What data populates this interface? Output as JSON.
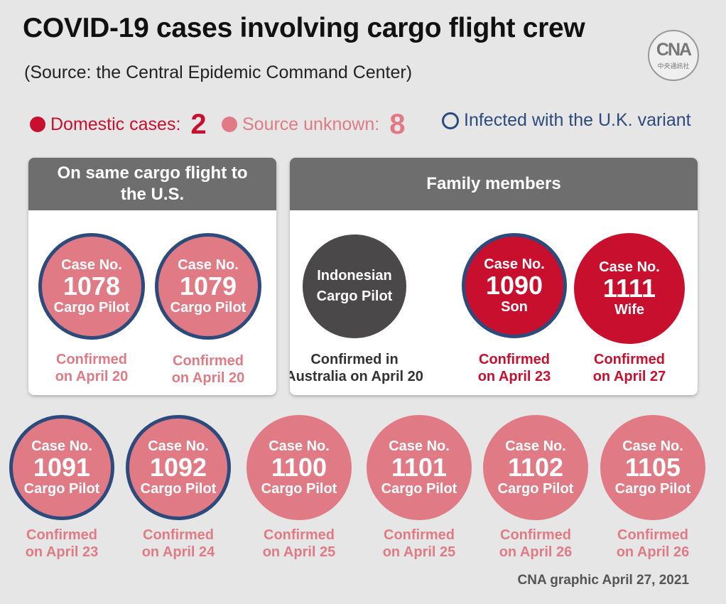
{
  "header": {
    "title": "COVID-19 cases involving cargo flight crew",
    "subtitle": "(Source: the Central Epidemic Command Center)"
  },
  "logo": {
    "main": "CNA",
    "sub": "中央通訊社"
  },
  "legend": {
    "domestic": {
      "label": "Domestic cases:",
      "count": "2",
      "color": "#c8102e"
    },
    "unknown": {
      "label": "Source unknown:",
      "count": "8",
      "color": "#e07b85"
    },
    "variant": {
      "label": "Infected with the U.K. variant",
      "color": "#2c4a7c"
    }
  },
  "panels": {
    "flight": {
      "title": "On same cargo flight to the U.S.",
      "cases": [
        {
          "case_label": "Case No.",
          "number": "1078",
          "role": "Cargo Pilot",
          "confirmed_line1": "Confirmed",
          "confirmed_line2": "on April 20",
          "type": "unknown",
          "uk_variant": true
        },
        {
          "case_label": "Case No.",
          "number": "1079",
          "role": "Cargo Pilot",
          "confirmed_line1": "Confirmed",
          "confirmed_line2": "on April 20",
          "type": "unknown",
          "uk_variant": true
        }
      ]
    },
    "family": {
      "title": "Family members",
      "source": {
        "line1": "Indonesian",
        "line2": "Cargo Pilot",
        "confirmed_line1": "Confirmed in",
        "confirmed_line2": "Australia on April 20"
      },
      "cases": [
        {
          "case_label": "Case No.",
          "number": "1090",
          "role": "Son",
          "confirmed_line1": "Confirmed",
          "confirmed_line2": "on April 23",
          "type": "domestic",
          "uk_variant": true
        },
        {
          "case_label": "Case No.",
          "number": "1111",
          "role": "Wife",
          "confirmed_line1": "Confirmed",
          "confirmed_line2": "on April 27",
          "type": "domestic",
          "uk_variant": false
        }
      ]
    }
  },
  "bottom_cases": [
    {
      "case_label": "Case No.",
      "number": "1091",
      "role": "Cargo Pilot",
      "confirmed_line1": "Confirmed",
      "confirmed_line2": "on April 23",
      "type": "unknown",
      "uk_variant": true
    },
    {
      "case_label": "Case No.",
      "number": "1092",
      "role": "Cargo Pilot",
      "confirmed_line1": "Confirmed",
      "confirmed_line2": "on April 24",
      "type": "unknown",
      "uk_variant": true
    },
    {
      "case_label": "Case No.",
      "number": "1100",
      "role": "Cargo Pilot",
      "confirmed_line1": "Confirmed",
      "confirmed_line2": "on April 25",
      "type": "unknown",
      "uk_variant": false
    },
    {
      "case_label": "Case No.",
      "number": "1101",
      "role": "Cargo Pilot",
      "confirmed_line1": "Confirmed",
      "confirmed_line2": "on April 25",
      "type": "unknown",
      "uk_variant": false
    },
    {
      "case_label": "Case No.",
      "number": "1102",
      "role": "Cargo Pilot",
      "confirmed_line1": "Confirmed",
      "confirmed_line2": "on April 26",
      "type": "unknown",
      "uk_variant": false
    },
    {
      "case_label": "Case No.",
      "number": "1105",
      "role": "Cargo Pilot",
      "confirmed_line1": "Confirmed",
      "confirmed_line2": "on April 26",
      "type": "unknown",
      "uk_variant": false
    }
  ],
  "colors": {
    "domestic": "#c8102e",
    "unknown": "#e07b85",
    "variant_ring": "#2c4a7c",
    "source_circle": "#4a4848",
    "confirmed_dark": "#333333",
    "header_gray": "#6e6e6e"
  },
  "credit": "CNA graphic April 27, 2021"
}
